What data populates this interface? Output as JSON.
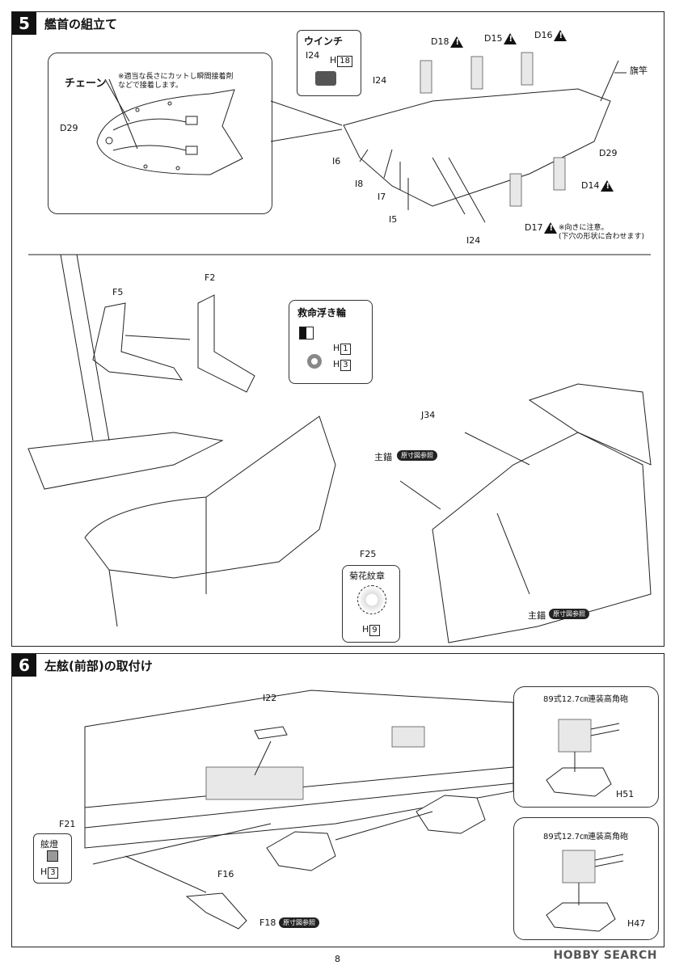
{
  "step5": {
    "number": "5",
    "title": "艦首の組立て",
    "chain_label": "チェーン",
    "chain_note": "※適当な長さにカットし瞬間接着剤などで接着します。",
    "d29_left": "D29",
    "winch_title": "ウインチ",
    "winch_part": "I24",
    "winch_h_prefix": "H",
    "winch_h_num": "18",
    "i24_top": "I24",
    "d18": "D18",
    "d15": "D15",
    "d16": "D16",
    "flagpole": "旗竿",
    "d29_right": "D29",
    "i6": "I6",
    "i8": "I8",
    "i7": "I7",
    "i5": "I5",
    "d14": "D14",
    "d17": "D17",
    "direction_note": "※向きに注意。",
    "direction_note2": "(下穴の形状に合わせます)",
    "i24_bottom": "I24",
    "f5": "F5",
    "f2": "F2",
    "lifebuoy_title": "救命浮き輪",
    "h1_prefix": "H",
    "h1_num": "1",
    "h3_prefix": "H",
    "h3_num": "3",
    "j34": "J34",
    "anchor_top": "主錨",
    "ref_tag1": "原寸図参照",
    "f25": "F25",
    "crest_title": "菊花紋章",
    "h9_prefix": "H",
    "h9_num": "9",
    "anchor_bottom": "主錨",
    "ref_tag2": "原寸図参照"
  },
  "step6": {
    "number": "6",
    "title": "左舷(前部)の取付け",
    "i22": "I22",
    "f21": "F21",
    "lamp_title": "舷燈",
    "lamp_h_prefix": "H",
    "lamp_h_num": "3",
    "f16": "F16",
    "f18": "F18",
    "ref_tag3": "原寸図参照",
    "gun1_title": "89式12.7㎝連装高角砲",
    "h51": "H51",
    "gun2_title": "89式12.7㎝連装高角砲",
    "h47": "H47"
  },
  "page_number": "8",
  "watermark": "HOBBY SEARCH"
}
